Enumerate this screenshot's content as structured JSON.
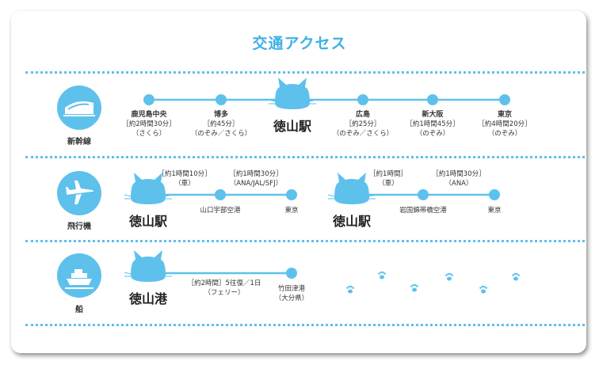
{
  "title": "交通アクセス",
  "colors": {
    "accent": "#5ec1ec",
    "title": "#3fb0e6"
  },
  "shinkansen": {
    "label": "新幹線",
    "icon": "bullet-train-icon",
    "stations": [
      {
        "name": "鹿児島中央",
        "time": "［約2時間30分］",
        "service": "（さくら）"
      },
      {
        "name": "博多",
        "time": "［約45分］",
        "service": "（のぞみ／さくら）"
      },
      {
        "name": "徳山駅"
      },
      {
        "name": "広島",
        "time": "［約25分］",
        "service": "（のぞみ／さくら）"
      },
      {
        "name": "新大阪",
        "time": "［約1時間45分］",
        "service": "（のぞみ）"
      },
      {
        "name": "東京",
        "time": "［約4時間20分］",
        "service": "（のぞみ）"
      }
    ]
  },
  "air": {
    "label": "飛行機",
    "icon": "airplane-icon",
    "route1": {
      "origin": "徳山駅",
      "leg1_time": "［約1時間10分］",
      "leg1_mode": "（車）",
      "airport": "山口宇部空港",
      "leg2_time": "［約1時間30分］",
      "leg2_airline": "（ANA/JAL/SFJ）",
      "dest": "東京"
    },
    "route2": {
      "origin": "徳山駅",
      "leg1_time": "［約1時間］",
      "leg1_mode": "（車）",
      "airport": "岩国錦帯橋空港",
      "leg2_time": "［約1時間30分］",
      "leg2_airline": "（ANA）",
      "dest": "東京"
    }
  },
  "ship": {
    "label": "船",
    "icon": "ship-icon",
    "origin": "徳山港",
    "time": "［約2時間］5往復／1日",
    "type": "（フェリー）",
    "dest_name": "竹田津港",
    "dest_pref": "（大分県）"
  }
}
